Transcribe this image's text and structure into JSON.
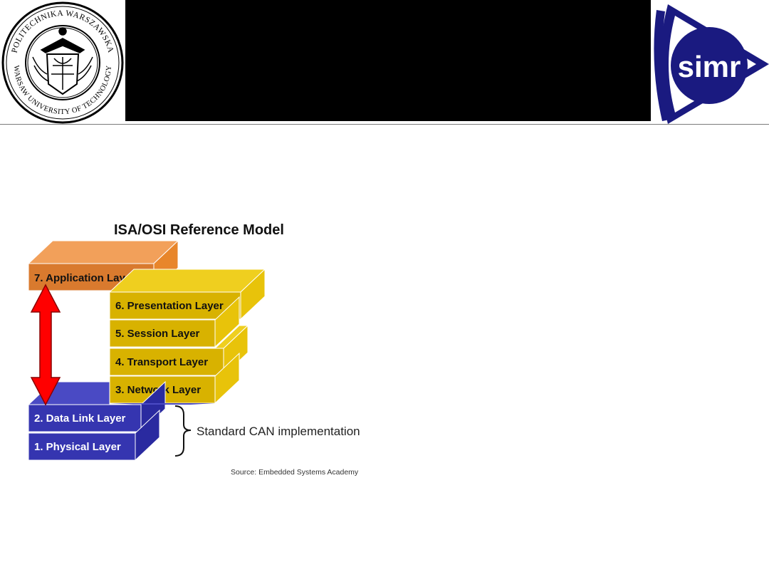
{
  "header": {
    "left_logo": {
      "icon": "university-seal-icon",
      "ring_text_top": "POLITECHNIKA WARSZAWSKA",
      "ring_text_bottom": "WARSAW UNIVERSITY OF TECHNOLOGY"
    },
    "right_logo": {
      "icon": "simr-logo-icon",
      "text": "simr",
      "color": "#1a1a80"
    },
    "banner_color": "#000000"
  },
  "diagram": {
    "title": "ISA/OSI Reference Model",
    "layers": [
      {
        "id": "application",
        "label": "7. Application Layer",
        "color": "#d97a2e"
      },
      {
        "id": "presentation",
        "label": "6. Presentation Layer",
        "color": "#d8b200"
      },
      {
        "id": "session",
        "label": "5. Session Layer",
        "color": "#d8b200"
      },
      {
        "id": "transport",
        "label": "4. Transport Layer",
        "color": "#d8b200"
      },
      {
        "id": "network",
        "label": "3. Network Layer",
        "color": "#d8b200"
      },
      {
        "id": "datalink",
        "label": "2. Data Link Layer",
        "color": "#3535b0"
      },
      {
        "id": "physical",
        "label": "1. Physical Layer",
        "color": "#3535b0"
      }
    ],
    "brace_label": "Standard CAN implementation",
    "arrow_color": "#ff0000",
    "source": "Source: Embedded Systems Academy"
  }
}
